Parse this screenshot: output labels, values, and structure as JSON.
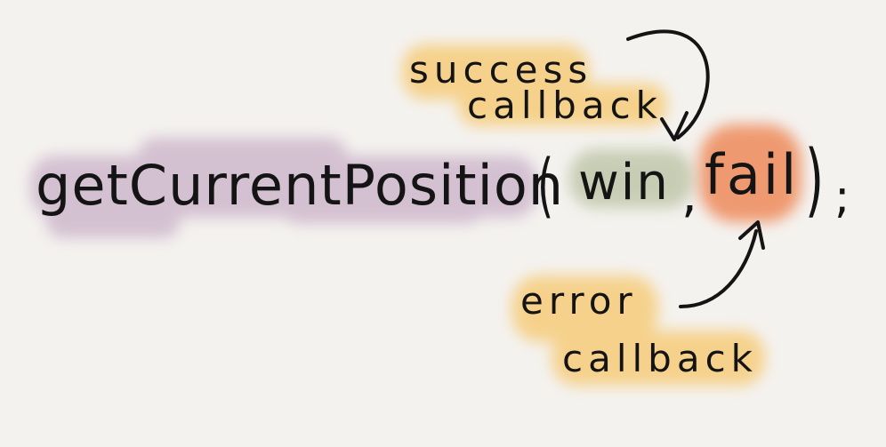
{
  "code": {
    "function_name": "getCurrentPosition",
    "open_paren": "(",
    "arg_success": "win",
    "comma": ",",
    "arg_error": "fail",
    "close_paren": ")",
    "semicolon": ";"
  },
  "annotations": {
    "success_callback": {
      "line1": "success",
      "line2": "callback"
    },
    "error_callback": {
      "line1": "error",
      "line2": "callback"
    }
  },
  "colors": {
    "background": "#f4f2ef",
    "function_highlight": "#c9b0c8",
    "success_arg_highlight": "#bdc4a6",
    "error_arg_highlight": "#ee8a5a",
    "note_highlight": "#f6cc7a",
    "ink": "#141414"
  }
}
